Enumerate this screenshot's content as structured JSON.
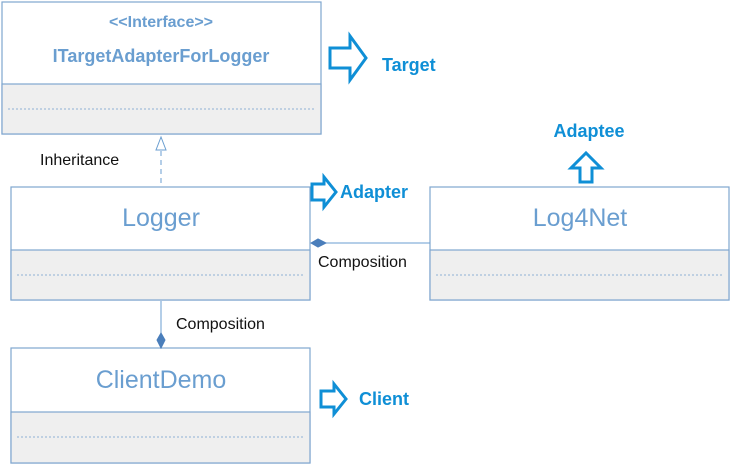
{
  "classes": {
    "target": {
      "stereotype": "<<Interface>>",
      "name": "ITargetAdapterForLogger"
    },
    "adapter": {
      "name": "Logger"
    },
    "adaptee": {
      "name": "Log4Net"
    },
    "client": {
      "name": "ClientDemo"
    }
  },
  "relations": {
    "inheritance": "Inheritance",
    "composition_adapter_adaptee": "Composition",
    "composition_client_adapter": "Composition"
  },
  "roles": {
    "target": "Target",
    "adapter": "Adapter",
    "adaptee": "Adaptee",
    "client": "Client"
  },
  "colors": {
    "class_border": "#4a7ebb",
    "class_title": "#6a9ed0",
    "section_fill": "#efefef",
    "role_accent": "#0f8fd6"
  }
}
